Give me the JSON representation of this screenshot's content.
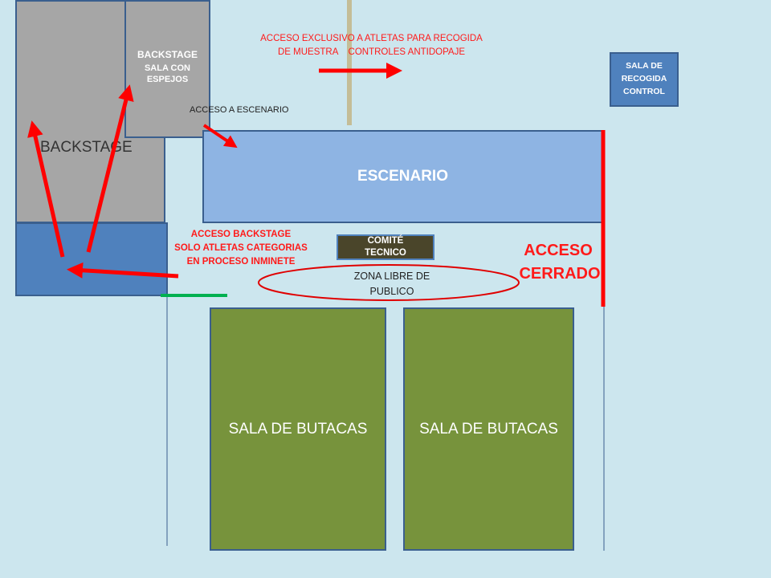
{
  "backstage_main": {
    "label": "BACKSTAGE"
  },
  "backstage_mirrors": {
    "title": "BACKSTAGE",
    "subtitle": "SALA CON ESPEJOS"
  },
  "note_athletes_access": {
    "line1": "ACCESO EXCLUSIVO A ATLETAS PARA RECOGIDA",
    "line2": "DE MUESTRA    CONTROLES ANTIDOPAJE"
  },
  "sala_recogida": {
    "label": "SALA DE RECOGIDA CONTROL"
  },
  "acceso_escenario": {
    "label": "ACCESO A ESCENARIO"
  },
  "escenario": {
    "label": "ESCENARIO"
  },
  "acceso_backstage": {
    "line1": "ACCESO BACKSTAGE",
    "line2": "SOLO ATLETAS CATEGORIAS",
    "line3": "EN PROCESO INMINETE"
  },
  "comite_tecnico": {
    "label": "COMITÉ TECNICO"
  },
  "acceso_cerrado": {
    "line1": "ACCESO",
    "line2": "CERRADO"
  },
  "zona_libre": {
    "line1": "ZONA LIBRE DE",
    "line2": "PUBLICO"
  },
  "sala_butacas_left": {
    "label": "SALA DE BUTACAS"
  },
  "sala_butacas_right": {
    "label": "SALA DE BUTACAS"
  },
  "colors": {
    "background": "#cce6ee",
    "gray_room": "#a6a6a6",
    "blue_room": "#4f81bd",
    "stage": "#8eb4e3",
    "seating": "#77933c",
    "comite": "#4a452a",
    "accent_red": "#ff0000",
    "green_line": "#00b050",
    "tan_line": "#c4bd97"
  }
}
